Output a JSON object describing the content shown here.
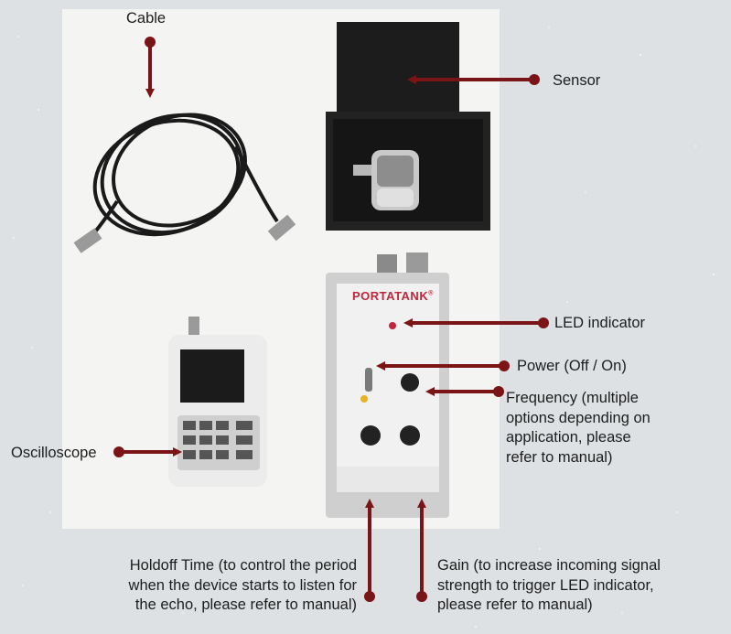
{
  "colors": {
    "background": "#dde1e3",
    "photo_bg": "#f4f4f3",
    "callout": "#7b1416",
    "text": "#1d1d1d"
  },
  "labels": {
    "cable": "Cable",
    "sensor": "Sensor",
    "led": "LED indicator",
    "power": "Power (Off / On)",
    "frequency": [
      "Frequency (multiple",
      "options depending on",
      "application, please",
      "refer to manual)"
    ],
    "oscilloscope": "Oscilloscope",
    "holdoff": [
      "Holdoff Time (to control the period",
      "when the device starts to listen for",
      "the echo, please refer to manual)"
    ],
    "gain": [
      "Gain (to increase incoming signal",
      "strength to trigger LED indicator,",
      "please refer to manual)"
    ]
  },
  "device": {
    "brand": "PORTATANK",
    "reg": "®"
  }
}
